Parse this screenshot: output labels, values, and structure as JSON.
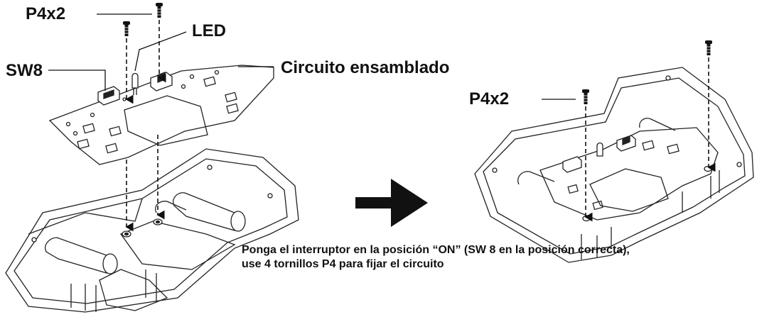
{
  "labels": {
    "p4x2_top": "P4x2",
    "led": "LED",
    "sw8": "SW8",
    "circuit": "Circuito ensamblado",
    "p4x2_right": "P4x2"
  },
  "caption": {
    "line1": "Ponga el interruptor en la posición “ON” (SW 8 en la posición correcta),",
    "line2": "use 4 tornillos P4 para fijar el circuito"
  },
  "icons": {
    "screw": "screw-icon",
    "arrow": "right-arrow-icon"
  },
  "colors": {
    "line": "#111111",
    "fill": "#ffffff"
  }
}
